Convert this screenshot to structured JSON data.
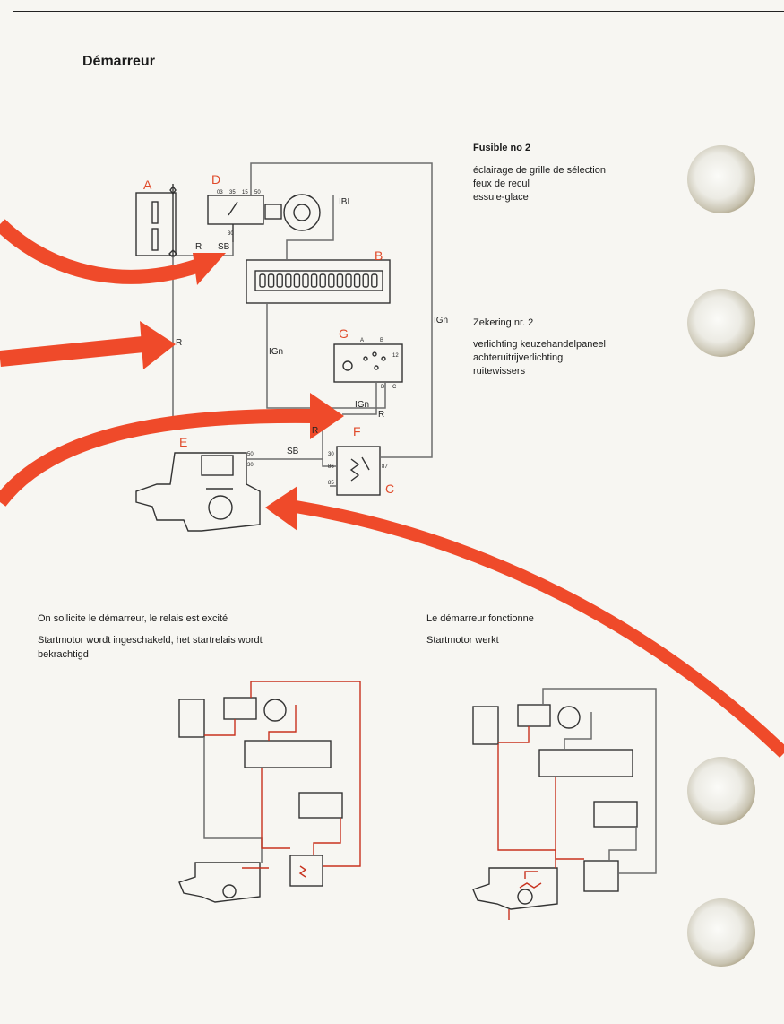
{
  "page": {
    "title": "Démarreur"
  },
  "fuse_fr": {
    "heading": "Fusible no 2",
    "lines": [
      "éclairage de grille de sélection",
      "feux de recul",
      "essuie-glace"
    ]
  },
  "fuse_nl": {
    "heading": "Zekering nr. 2",
    "lines": [
      "verlichting keuzehandelpaneel",
      "achteruitrijverlichting",
      "ruitewissers"
    ]
  },
  "components": {
    "A": "A",
    "B": "B",
    "C": "C",
    "D": "D",
    "E": "E",
    "F": "F",
    "G": "G"
  },
  "wires": {
    "R": "R",
    "SB": "SB",
    "IBI": "IBI",
    "IGn": "IGn"
  },
  "terminals": {
    "switch": [
      "03",
      "35",
      "15",
      "50"
    ],
    "switch_30": "30",
    "starter": [
      "50",
      "30"
    ],
    "relay": [
      "30",
      "86",
      "85",
      "87"
    ],
    "selector": [
      "A",
      "B",
      "D",
      "C",
      "12"
    ]
  },
  "caption_left": {
    "title": "On sollicite le démarreur, le relais est excité",
    "text": "Startmotor wordt ingeschakeld, het startrelais wordt bekrachtigd"
  },
  "caption_right": {
    "title": "Le démarreur fonctionne",
    "text": "Startmotor werkt"
  },
  "colors": {
    "accent_arrow": "#ef4a2a",
    "circuit_red": "#c8321e",
    "wire_gray": "#6d6d6d"
  },
  "icons": [
    "battery-icon",
    "ignition-switch-icon",
    "fuse-box-icon",
    "selector-switch-icon",
    "starter-relay-icon",
    "starter-motor-icon",
    "binder-ring-icon"
  ]
}
